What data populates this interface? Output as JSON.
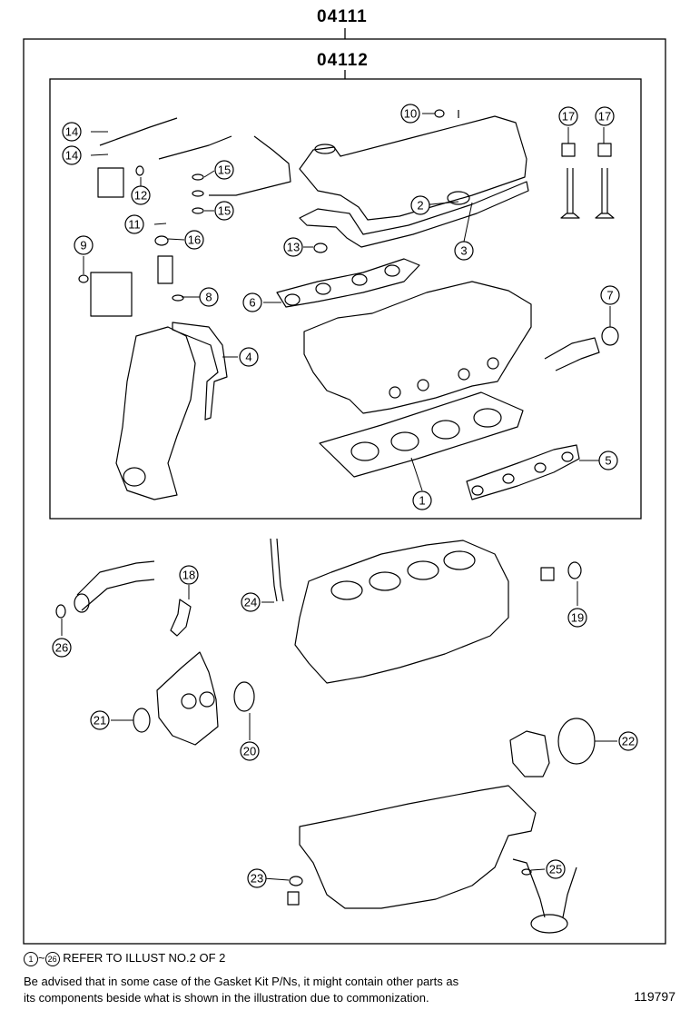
{
  "header": {
    "kit_code_outer": "04111",
    "kit_code_inner": "04112"
  },
  "callouts": [
    "1",
    "2",
    "3",
    "4",
    "5",
    "6",
    "7",
    "8",
    "9",
    "10",
    "11",
    "12",
    "13",
    "14",
    "14",
    "15",
    "15",
    "16",
    "17",
    "17",
    "18",
    "19",
    "20",
    "21",
    "22",
    "23",
    "24",
    "25",
    "26"
  ],
  "footer": {
    "ref_range_start": "1",
    "ref_range_sep": "~",
    "ref_range_end": "26",
    "ref_text": "REFER TO ILLUST NO.2 OF 2",
    "note_line1": "Be advised that in some case of the Gasket Kit P/Ns,  it might contain other parts as",
    "note_line2": "its components beside what is shown in the illustration due to commonization.",
    "illustration_number": "119797"
  }
}
